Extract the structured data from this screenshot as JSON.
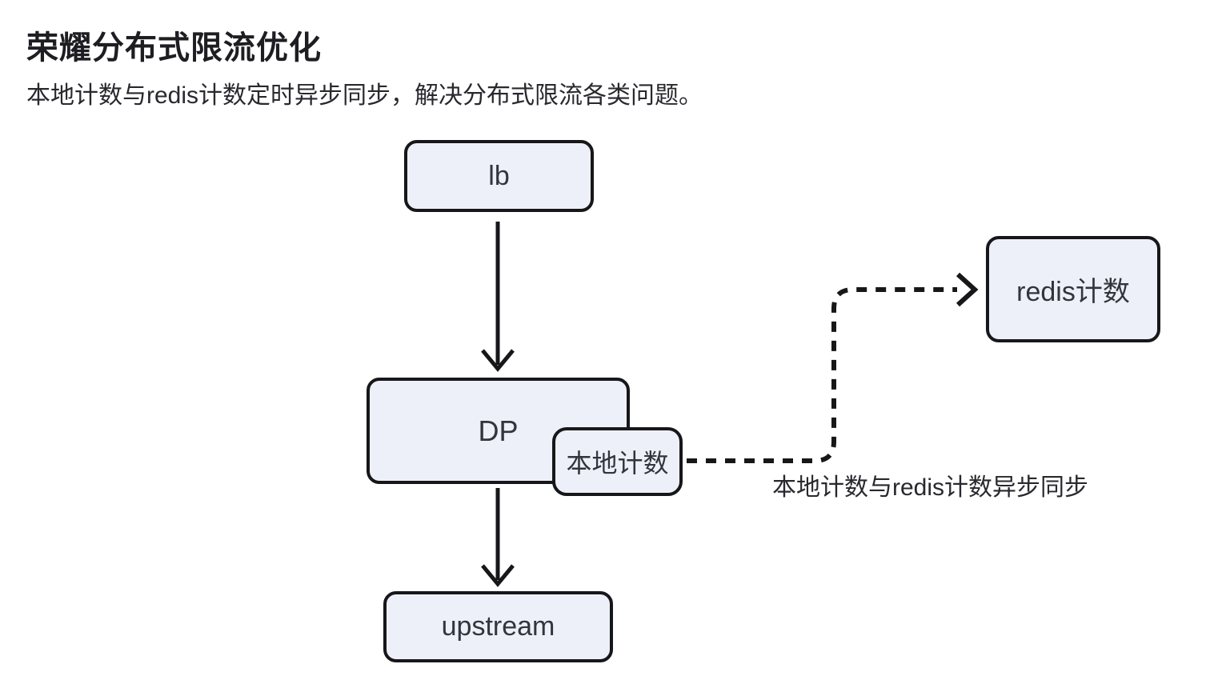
{
  "header": {
    "title": "荣耀分布式限流优化",
    "subtitle": "本地计数与redis计数定时异步同步，解决分布式限流各类问题。"
  },
  "diagram": {
    "nodes": [
      {
        "id": "lb",
        "label": "lb"
      },
      {
        "id": "dp",
        "label": "DP"
      },
      {
        "id": "local-counter",
        "label": "本地计数"
      },
      {
        "id": "redis-counter",
        "label": "redis计数"
      },
      {
        "id": "upstream",
        "label": "upstream"
      }
    ],
    "edges": [
      {
        "from": "lb",
        "to": "dp",
        "style": "solid-arrow",
        "label": ""
      },
      {
        "from": "dp",
        "to": "upstream",
        "style": "solid-arrow",
        "label": ""
      },
      {
        "from": "local-counter",
        "to": "redis-counter",
        "style": "dashed-arrow",
        "label": "本地计数与redis计数异步同步"
      }
    ],
    "colors": {
      "background": "#ffffff",
      "node_fill": "#edf0f8",
      "node_border": "#17171a",
      "node_text": "#33343c",
      "title_text": "#1d1d22",
      "body_text": "#28282e",
      "edge_stroke": "#17171a"
    }
  }
}
